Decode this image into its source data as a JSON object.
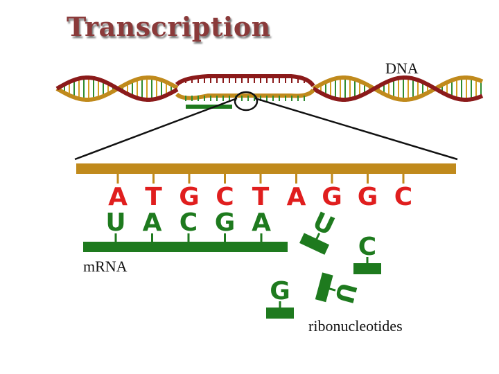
{
  "title": "Transcription",
  "labels": {
    "dna": "DNA",
    "mrna": "mRNA",
    "ribonucleotides": "ribonucleotides"
  },
  "dna_bases": [
    "A",
    "T",
    "G",
    "C",
    "T",
    "A",
    "G",
    "G",
    "C"
  ],
  "mrna_bases": [
    "U",
    "A",
    "C",
    "G",
    "A"
  ],
  "free_ribonucleotides": [
    "U",
    "C",
    "U",
    "G"
  ],
  "colors": {
    "dna_strand": "#c08a1c",
    "dna_bases": "#e01e1e",
    "rna": "#1e7a1e",
    "helix_dark": "#8b1a1a",
    "title": "#8a3a3a"
  }
}
